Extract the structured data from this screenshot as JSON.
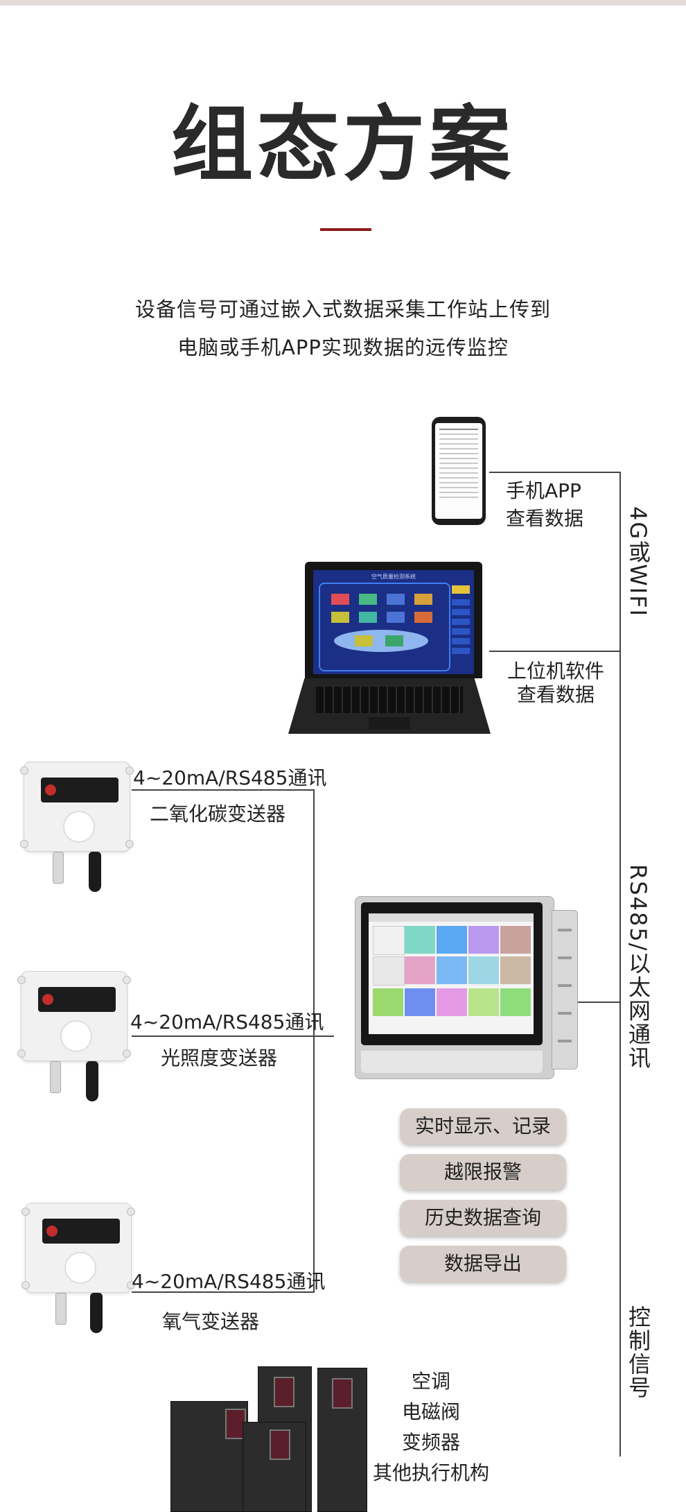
{
  "header": {
    "title": "组态方案",
    "subtitle_line1": "设备信号可通过嵌入式数据采集工作站上传到",
    "subtitle_line2": "电脑或手机APP实现数据的远传监控"
  },
  "colors": {
    "accent": "#8e1a1d",
    "pill_bg": "#d7ceca",
    "line": "#444444"
  },
  "viewers": {
    "phone": {
      "line1": "手机APP",
      "line2": "查看数据",
      "icon": "smartphone-icon"
    },
    "pc": {
      "line1": "上位机软件",
      "line2": "查看数据",
      "icon": "laptop-icon",
      "screen_title": "空气质量检测系统"
    }
  },
  "links": {
    "wireless": "4G或WIFI",
    "wired": "RS485/以太网通讯",
    "control": "控制信号"
  },
  "sensors": [
    {
      "protocol": "4~20mA/RS485通讯",
      "name": "二氧化碳变送器",
      "icon": "co2-transmitter-icon"
    },
    {
      "protocol": "4~20mA/RS485通讯",
      "name": "光照度变送器",
      "icon": "light-transmitter-icon"
    },
    {
      "protocol": "4~20mA/RS485通讯",
      "name": "氧气变送器",
      "icon": "oxygen-transmitter-icon"
    }
  ],
  "recorder": {
    "icon": "paperless-recorder-icon",
    "functions": [
      "实时显示、记录",
      "越限报警",
      "历史数据查询",
      "数据导出"
    ]
  },
  "actuators": {
    "icon": "inverter-icon",
    "items": [
      "空调",
      "电磁阀",
      "变频器",
      "其他执行机构"
    ]
  }
}
